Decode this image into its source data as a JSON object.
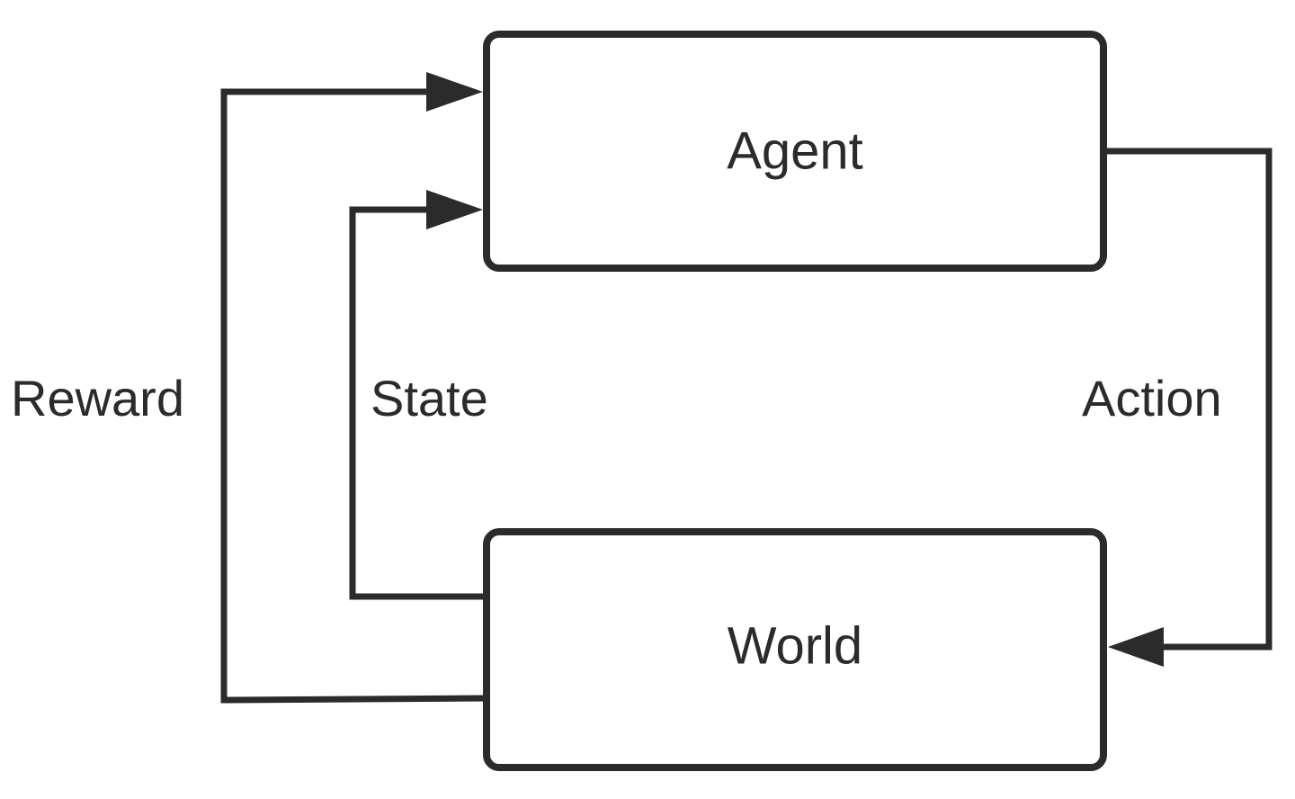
{
  "diagram": {
    "nodes": {
      "agent": {
        "label": "Agent"
      },
      "world": {
        "label": "World"
      }
    },
    "edges": {
      "reward": {
        "label": "Reward",
        "from": "World",
        "to": "Agent"
      },
      "state": {
        "label": "State",
        "from": "World",
        "to": "Agent"
      },
      "action": {
        "label": "Action",
        "from": "Agent",
        "to": "World"
      }
    }
  },
  "colors": {
    "stroke": "#2b2b2b",
    "background": "#ffffff"
  }
}
